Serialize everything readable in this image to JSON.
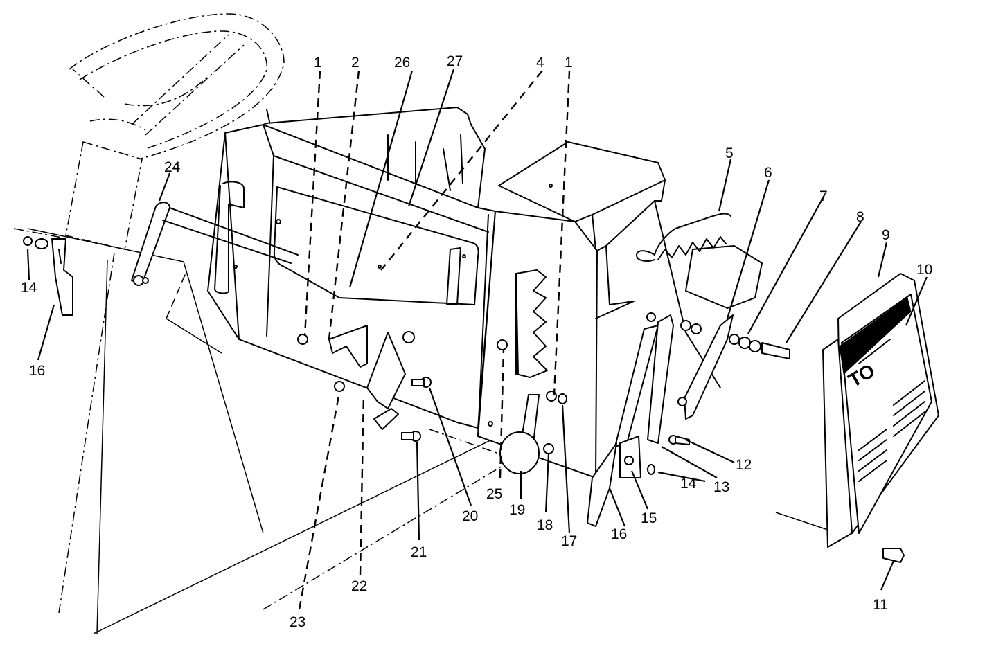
{
  "diagram": {
    "callouts": [
      "1",
      "2",
      "26",
      "27",
      "4",
      "1",
      "5",
      "6",
      "7",
      "8",
      "9",
      "10",
      "24",
      "14",
      "16",
      "12",
      "13",
      "14",
      "15",
      "16",
      "17",
      "18",
      "19",
      "25",
      "20",
      "21",
      "22",
      "23",
      "11"
    ],
    "decal_text": "TO"
  }
}
